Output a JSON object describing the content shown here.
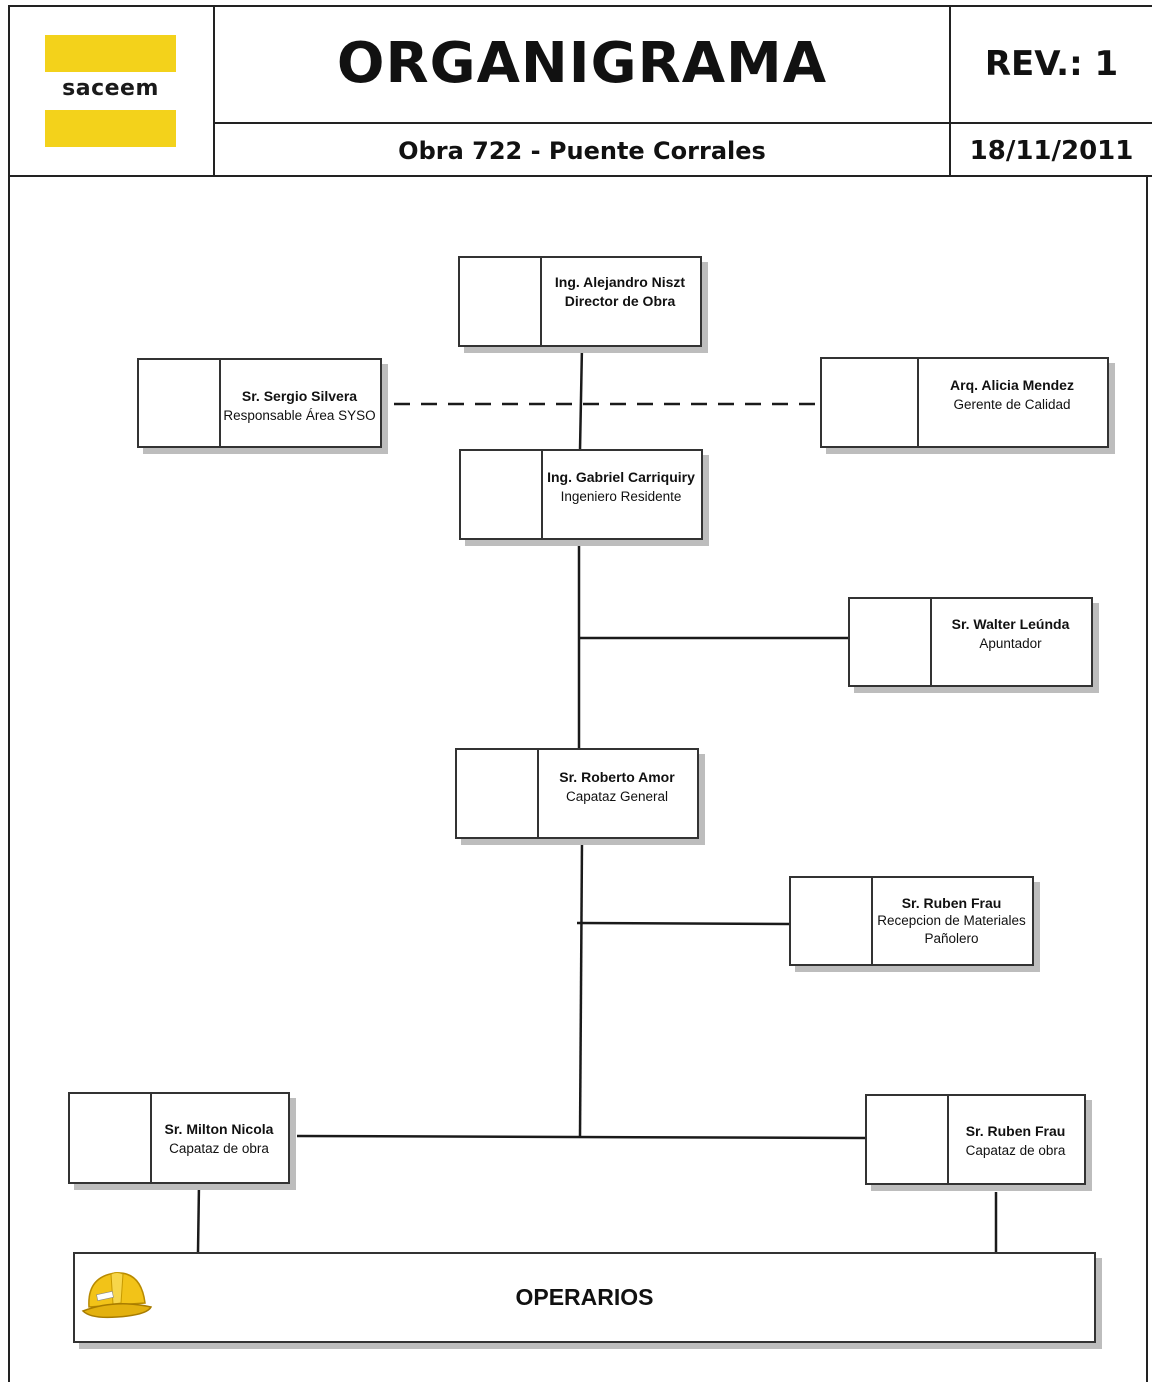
{
  "header": {
    "logo_text": "saceem",
    "title": "ORGANIGRAMA",
    "subtitle": "Obra 722 - Puente Corrales",
    "revision": "REV.: 1",
    "date": "18/11/2011"
  },
  "colors": {
    "logo_yellow": "#f3d21b",
    "line": "#222222",
    "box_shadow": "#bdbdbd"
  },
  "nodes": [
    {
      "id": "director",
      "name": "Ing. Alejandro Niszt",
      "roles": [
        "Director de Obra"
      ]
    },
    {
      "id": "syso",
      "name": "Sr. Sergio Silvera",
      "roles": [
        "Responsable Área SYSO"
      ]
    },
    {
      "id": "calidad",
      "name": "Arq. Alicia Mendez",
      "roles": [
        "Gerente de Calidad"
      ]
    },
    {
      "id": "residente",
      "name": "Ing. Gabriel Carriquiry",
      "roles": [
        "Ingeniero Residente"
      ]
    },
    {
      "id": "apuntador",
      "name": "Sr. Walter Leúnda",
      "roles": [
        "Apuntador"
      ]
    },
    {
      "id": "capataz-general",
      "name": "Sr. Roberto Amor",
      "roles": [
        "Capataz General"
      ]
    },
    {
      "id": "panolero",
      "name": "Sr. Ruben Frau",
      "roles": [
        "Recepcion de Materiales",
        "Pañolero"
      ]
    },
    {
      "id": "capataz-1",
      "name": "Sr. Milton Nicola",
      "roles": [
        "Capataz de obra"
      ]
    },
    {
      "id": "capataz-2",
      "name": "Sr. Ruben Frau",
      "roles": [
        "Capataz de obra"
      ]
    }
  ],
  "operarios": {
    "label": "OPERARIOS",
    "icon": "hard-hat-icon"
  }
}
